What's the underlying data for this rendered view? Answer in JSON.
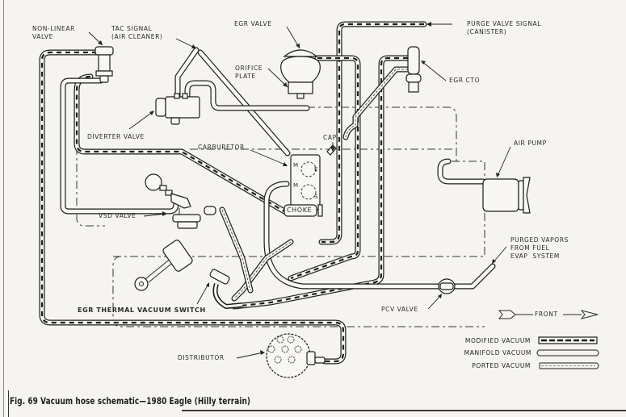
{
  "figure": {
    "caption": "Fig. 69  Vacuum hose schematic—1980 Eagle (Hilly terrain)"
  },
  "labels": {
    "non_linear_valve": "NON-LINEAR\nVALVE",
    "tac_signal": "TAC SIGNAL\n(AIR CLEANER)",
    "egr_valve": "EGR VALVE",
    "orifice_plate": "ORIFICE\nPLATE",
    "purge_valve_signal": "PURGE VALVE SIGNAL\n(CANISTER)",
    "egr_cto": "EGR CTO",
    "diverter_valve": "DIVERTER VALVE",
    "carburetor": "CARBURETOR",
    "cap": "CAP",
    "air_pump": "AIR PUMP",
    "vsd_valve": "VSD VALVE",
    "choke": "CHOKE",
    "carb_port_m1": "M",
    "carb_port_e": "E",
    "carb_port_m2": "M",
    "carb_port_s": "S",
    "purged_vapors": "PURGED VAPORS\nFROM FUEL\nEVAP  SYSTEM",
    "egr_thermal_vacuum_switch": "EGR THERMAL VACUUM SWITCH",
    "pcv_valve": "PCV VALVE",
    "distributor": "DISTRIBUTOR",
    "front": "FRONT"
  },
  "legend": {
    "items": [
      {
        "label": "MODIFIED VACUUM",
        "style": "modified"
      },
      {
        "label": "MANIFOLD VACUUM",
        "style": "manifold"
      },
      {
        "label": "PORTED VACUUM",
        "style": "ported"
      }
    ]
  },
  "colors": {
    "ink": "#1c1c1c",
    "paper": "#f6f4f0",
    "hose_fill": "#ffffff"
  }
}
